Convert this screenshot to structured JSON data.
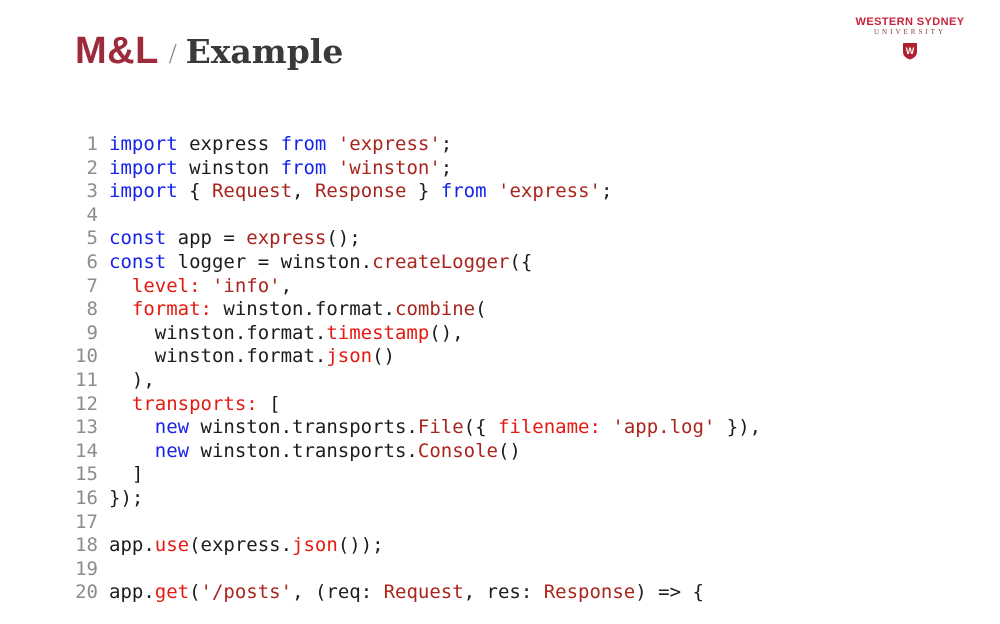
{
  "palette": {
    "brand": "#9e2b3c",
    "title-text": "#3a3a3a",
    "separator": "#8a8a8a",
    "logo-red": "#c8233c",
    "logo-dark": "#7e3b45",
    "keyword": "#1523e8",
    "string": "#a8241c",
    "accent": "#e5190f",
    "code-default": "#1c1c1c",
    "line-number": "#8c8c8c"
  },
  "header": {
    "brand": "M&L",
    "separator": "/",
    "title": "Example"
  },
  "logo": {
    "line1": "WESTERN SYDNEY",
    "line2": "UNIVERSITY",
    "shield_letter": "W"
  },
  "code": {
    "language": "typescript",
    "lines": [
      {
        "n": "1",
        "t": [
          [
            "k",
            "import"
          ],
          [
            "d",
            " express "
          ],
          [
            "k",
            "from"
          ],
          [
            "d",
            " "
          ],
          [
            "s",
            "'express'"
          ],
          [
            "d",
            ";"
          ]
        ]
      },
      {
        "n": "2",
        "t": [
          [
            "k",
            "import"
          ],
          [
            "d",
            " winston "
          ],
          [
            "k",
            "from"
          ],
          [
            "d",
            " "
          ],
          [
            "s",
            "'winston'"
          ],
          [
            "d",
            ";"
          ]
        ]
      },
      {
        "n": "3",
        "t": [
          [
            "k",
            "import"
          ],
          [
            "d",
            " { "
          ],
          [
            "s",
            "Request"
          ],
          [
            "d",
            ", "
          ],
          [
            "s",
            "Response"
          ],
          [
            "d",
            " } "
          ],
          [
            "k",
            "from"
          ],
          [
            "d",
            " "
          ],
          [
            "s",
            "'express'"
          ],
          [
            "d",
            ";"
          ]
        ]
      },
      {
        "n": "4",
        "t": []
      },
      {
        "n": "5",
        "t": [
          [
            "k",
            "const"
          ],
          [
            "d",
            " app = "
          ],
          [
            "s",
            "express"
          ],
          [
            "d",
            "();"
          ]
        ]
      },
      {
        "n": "6",
        "t": [
          [
            "k",
            "const"
          ],
          [
            "d",
            " logger = winston."
          ],
          [
            "s",
            "createLogger"
          ],
          [
            "d",
            "({"
          ]
        ]
      },
      {
        "n": "7",
        "t": [
          [
            "d",
            "  "
          ],
          [
            "a",
            "level:"
          ],
          [
            "d",
            " "
          ],
          [
            "s",
            "'info'"
          ],
          [
            "d",
            ","
          ]
        ]
      },
      {
        "n": "8",
        "t": [
          [
            "d",
            "  "
          ],
          [
            "a",
            "format:"
          ],
          [
            "d",
            " winston.format."
          ],
          [
            "s",
            "combine"
          ],
          [
            "d",
            "("
          ]
        ]
      },
      {
        "n": "9",
        "t": [
          [
            "d",
            "    winston.format."
          ],
          [
            "a",
            "timestamp"
          ],
          [
            "d",
            "(),"
          ]
        ]
      },
      {
        "n": "10",
        "t": [
          [
            "d",
            "    winston.format."
          ],
          [
            "a",
            "json"
          ],
          [
            "d",
            "()"
          ]
        ]
      },
      {
        "n": "11",
        "t": [
          [
            "d",
            "  ),"
          ]
        ]
      },
      {
        "n": "12",
        "t": [
          [
            "d",
            "  "
          ],
          [
            "a",
            "transports:"
          ],
          [
            "d",
            " ["
          ]
        ]
      },
      {
        "n": "13",
        "t": [
          [
            "d",
            "    "
          ],
          [
            "k",
            "new"
          ],
          [
            "d",
            " winston.transports."
          ],
          [
            "s",
            "File"
          ],
          [
            "d",
            "({ "
          ],
          [
            "a",
            "filename:"
          ],
          [
            "d",
            " "
          ],
          [
            "s",
            "'app.log'"
          ],
          [
            "d",
            " }),"
          ]
        ]
      },
      {
        "n": "14",
        "t": [
          [
            "d",
            "    "
          ],
          [
            "k",
            "new"
          ],
          [
            "d",
            " winston.transports."
          ],
          [
            "s",
            "Console"
          ],
          [
            "d",
            "()"
          ]
        ]
      },
      {
        "n": "15",
        "t": [
          [
            "d",
            "  ]"
          ]
        ]
      },
      {
        "n": "16",
        "t": [
          [
            "d",
            "});"
          ]
        ]
      },
      {
        "n": "17",
        "t": []
      },
      {
        "n": "18",
        "t": [
          [
            "d",
            "app."
          ],
          [
            "a",
            "use"
          ],
          [
            "d",
            "(express."
          ],
          [
            "a",
            "json"
          ],
          [
            "d",
            "());"
          ]
        ]
      },
      {
        "n": "19",
        "t": []
      },
      {
        "n": "20",
        "t": [
          [
            "d",
            "app."
          ],
          [
            "a",
            "get"
          ],
          [
            "d",
            "("
          ],
          [
            "s",
            "'/posts'"
          ],
          [
            "d",
            ", (req: "
          ],
          [
            "s",
            "Request"
          ],
          [
            "d",
            ", res: "
          ],
          [
            "s",
            "Response"
          ],
          [
            "d",
            ") => {"
          ]
        ]
      }
    ]
  }
}
